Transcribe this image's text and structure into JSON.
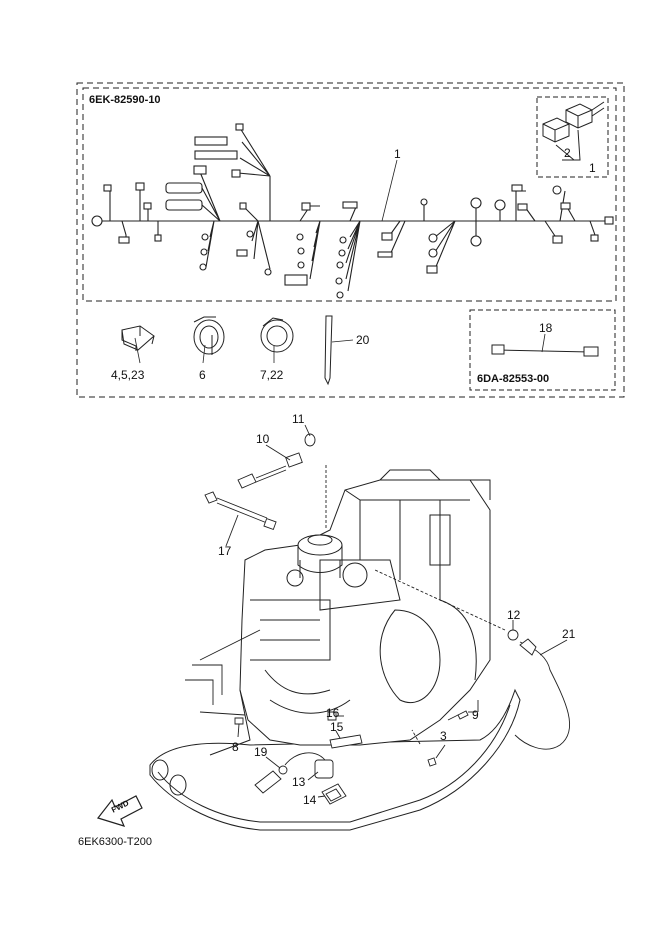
{
  "kit": {
    "code": "6EK-82590-10",
    "sub_code": "6DA-82553-00"
  },
  "callouts": {
    "p1_harness": "1",
    "p1_inset": "1",
    "p2": "2",
    "p3": "3",
    "p4_5_23": "4,5,23",
    "p6_clamp": "6",
    "p6_lower": "",
    "p7_22": "7,22",
    "p8": "8",
    "p9": "9",
    "p10": "10",
    "p11": "11",
    "p12": "12",
    "p13": "13",
    "p14": "14",
    "p15": "15",
    "p16": "16",
    "p17": "17",
    "p18": "18",
    "p19": "19",
    "p20": "20",
    "p21": "21"
  },
  "fwd_arrow": {
    "text": "FWD",
    "icon": "fwd-arrow-icon"
  },
  "figure_code": "6EK6300-T200"
}
